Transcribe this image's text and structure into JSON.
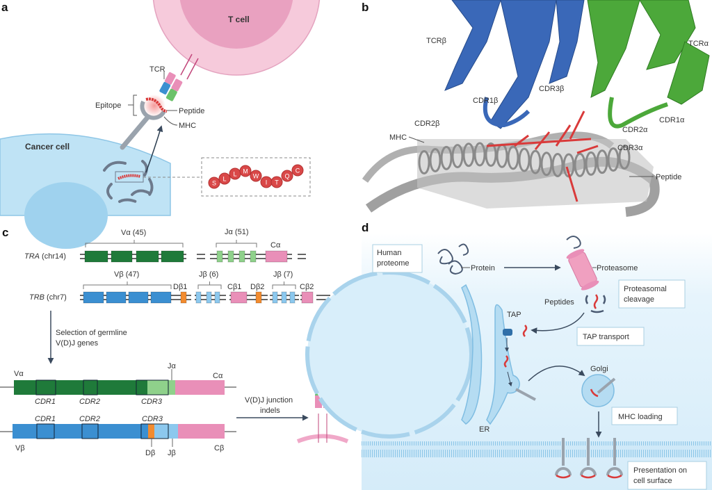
{
  "panel_a": {
    "letter": "a",
    "t_cell": "T cell",
    "cancer_cell": "Cancer cell",
    "tcr": "TCR",
    "epitope": "Epitope",
    "peptide": "Peptide",
    "mhc": "MHC",
    "peptide_sequence": [
      "S",
      "L",
      "L",
      "M",
      "W",
      "I",
      "T",
      "Q",
      "C"
    ]
  },
  "panel_b": {
    "letter": "b",
    "labels": {
      "tcrb": "TCRβ",
      "tcra": "TCRα",
      "cdr1b": "CDR1β",
      "cdr3b": "CDR3β",
      "cdr2b": "CDR2β",
      "cdr2a": "CDR2α",
      "cdr1a": "CDR1α",
      "mhc": "MHC",
      "cdr3a": "CDR3α",
      "peptide": "Peptide"
    }
  },
  "panel_c": {
    "letter": "c",
    "tra_label": "TRA",
    "tra_chr": " (chr14)",
    "trb_label": "TRB",
    "trb_chr": " (chr7)",
    "va_group": "Vα (45)",
    "ja_group": "Jα (51)",
    "ca": "Cα",
    "vb_group": "Vβ (47)",
    "db1": "Dβ1",
    "jb6": "Jβ (6)",
    "cb1": "Cβ1",
    "db2": "Dβ2",
    "jb7": "Jβ (7)",
    "cb2": "Cβ2",
    "selection_line1": "Selection of germline",
    "selection_line2": "V(D)J genes",
    "alpha": {
      "v": "Vα",
      "j": "Jα",
      "c": "Cα",
      "cdr1": "CDR1",
      "cdr2": "CDR2",
      "cdr3": "CDR3"
    },
    "beta": {
      "v": "Vβ",
      "d": "Dβ",
      "j": "Jβ",
      "c": "Cβ",
      "cdr1": "CDR1",
      "cdr2": "CDR2",
      "cdr3": "CDR3"
    },
    "junction_line1": "V(D)J junction",
    "junction_line2": "indels"
  },
  "panel_d": {
    "letter": "d",
    "human_proteome_line1": "Human",
    "human_proteome_line2": "proteome",
    "protein": "Protein",
    "proteasome": "Proteasome",
    "peptides": "Peptides",
    "cleavage_line1": "Proteasomal",
    "cleavage_line2": "cleavage",
    "tap": "TAP",
    "tap_transport": "TAP transport",
    "golgi": "Golgi",
    "mhc_loading": "MHC loading",
    "er": "ER",
    "presentation_line1": "Presentation on",
    "presentation_line2": "cell surface"
  },
  "colors": {
    "tcell": "#f4c6d8",
    "tcell_inner": "#e79dbd",
    "cancer": "#bfe3f5",
    "v_alpha": "#1f7a3a",
    "j_alpha": "#8fd18b",
    "constant": "#e98fb8",
    "v_beta": "#3b8fd1",
    "j_beta": "#8cc8ee",
    "d_beta": "#f28b2f",
    "tcr_beta_ribbon": "#3a68b8",
    "tcr_alpha_ribbon": "#4ca83a",
    "mhc_ribbon": "#a0a0a0",
    "peptide": "#d93a3a"
  }
}
